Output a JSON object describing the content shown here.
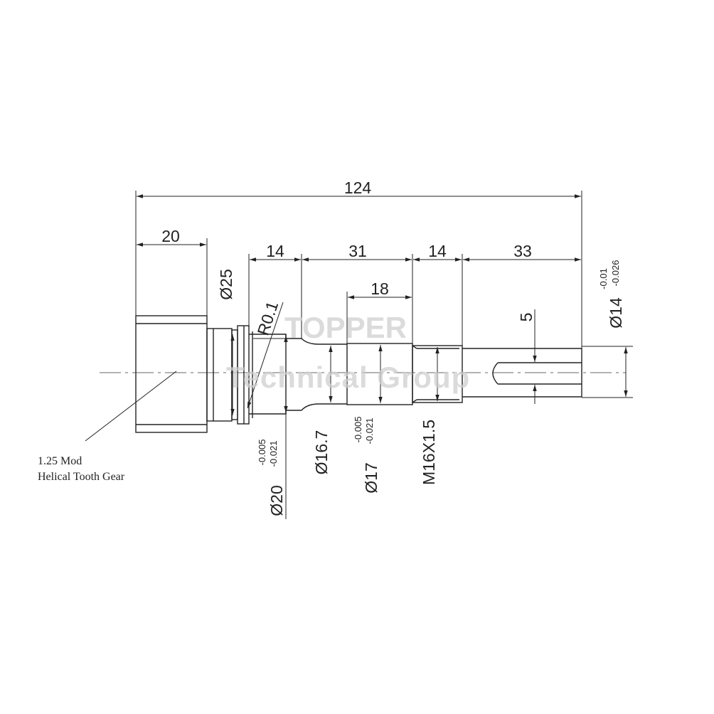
{
  "dimensions": {
    "overall_length": "124",
    "gear_width": "20",
    "seg1_length": "14",
    "seg2_length": "31",
    "seg3_length": "14",
    "seg4_length": "33",
    "seg5_length": "18",
    "flat_depth": "5",
    "dia_25": "Ø25",
    "radius": "R0.1",
    "dia_14": "Ø14",
    "dia_14_tol_upper": "-0.01",
    "dia_14_tol_lower": "-0.026",
    "dia_20": "Ø20",
    "dia_20_tol_upper": "-0.005",
    "dia_20_tol_lower": "-0.021",
    "dia_16_7": "Ø16.7",
    "dia_17": "Ø17",
    "dia_17_tol_upper": "-0.005",
    "dia_17_tol_lower": "-0.021",
    "thread": "M16X1.5"
  },
  "gear_note": {
    "line1": "1.25 Mod",
    "line2": "Helical Tooth Gear"
  },
  "watermark": {
    "line1": "TOPPER",
    "line2": "Technical Group"
  },
  "colors": {
    "line": "#222222",
    "watermark": "#cfcfcf"
  }
}
